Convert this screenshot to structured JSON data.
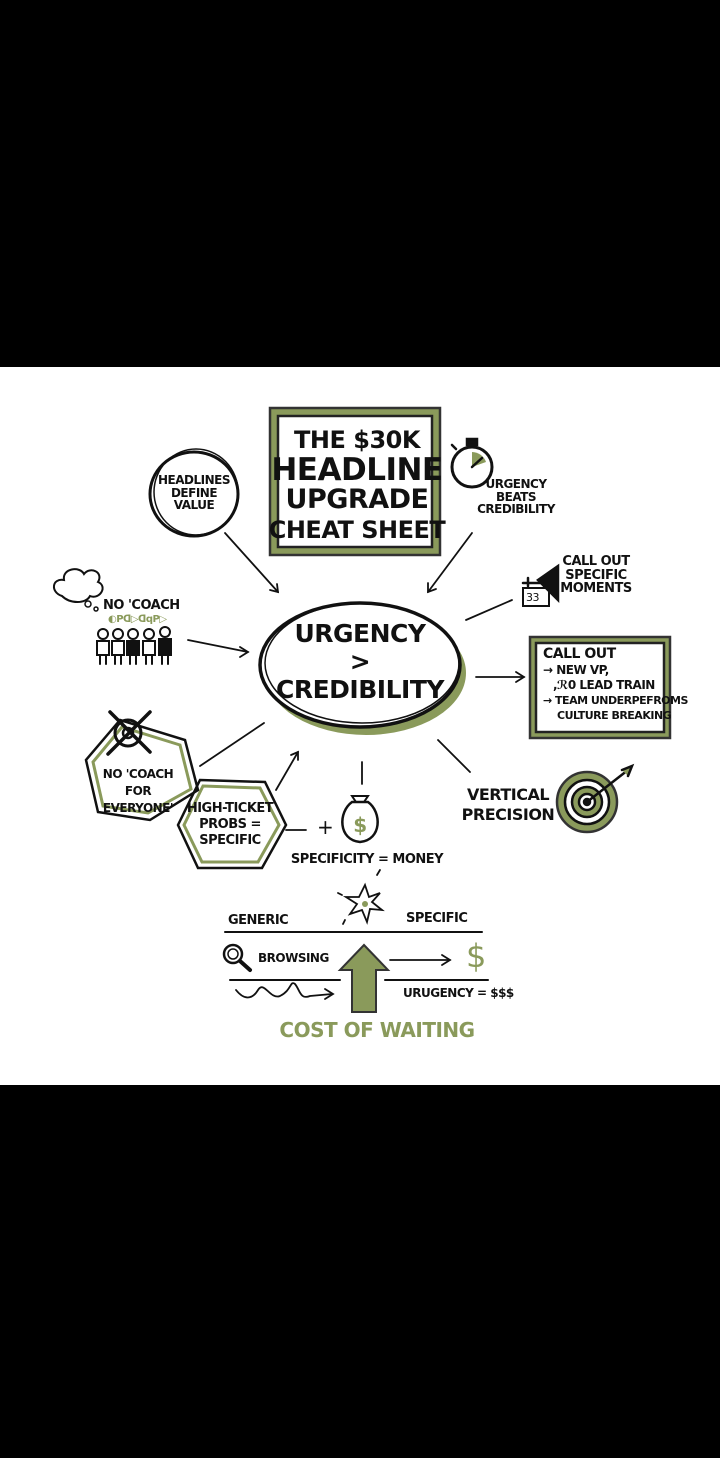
{
  "title_box": {
    "lines": [
      "THE $30K",
      "HEADLINE",
      "UPGRADE",
      "CHEAT SHEET"
    ]
  },
  "headlines_bubble": {
    "lines": [
      "HEADLINES",
      "DEFINE",
      "VALUE"
    ]
  },
  "urgency_beats": {
    "lines": [
      "URGENCY",
      "BEATS",
      "CREDIBILITY"
    ],
    "icon": "stopwatch-icon"
  },
  "call_out_moments": {
    "lines": [
      "CALL OUT",
      "SPECIFIC",
      "MOMENTS"
    ],
    "calendar_number": "33"
  },
  "center": {
    "lines": [
      "URGENCY",
      ">",
      "CREDIBILITY"
    ]
  },
  "no_coach": {
    "label": "NO 'COACH",
    "glyphs": "◐Pᗡ▷ᗡqP▷"
  },
  "call_out_box": {
    "title": "CALL OUT",
    "items": [
      "→ NEW VP,",
      ",ℛ0 LEAD TRAIN",
      "→ TEAM UNDERPEFROMS",
      "CULTURE BREAKING"
    ]
  },
  "no_coach_everyone": {
    "lines": [
      "NO 'COACH",
      "FOR",
      "EVERYONE'"
    ]
  },
  "high_ticket": {
    "lines": [
      "HIGH-TICKET",
      "PROBS =",
      "SPECIFIC"
    ]
  },
  "plus": "+",
  "money_bag_symbol": "$",
  "specificity_money": "SPECIFICITY = MONEY",
  "vertical_precision": {
    "lines": [
      "VERTICAL",
      "PRECISION"
    ]
  },
  "bottom": {
    "generic": "GENERIC",
    "specific": "SPECIFIC",
    "browsing": "BROWSING",
    "dollar": "$",
    "urgency_equation": "URUGENCY = $$$",
    "cost_of_waiting": "COST OF WAITING"
  },
  "colors": {
    "accent": "#8a9a5b",
    "ink": "#111111"
  }
}
